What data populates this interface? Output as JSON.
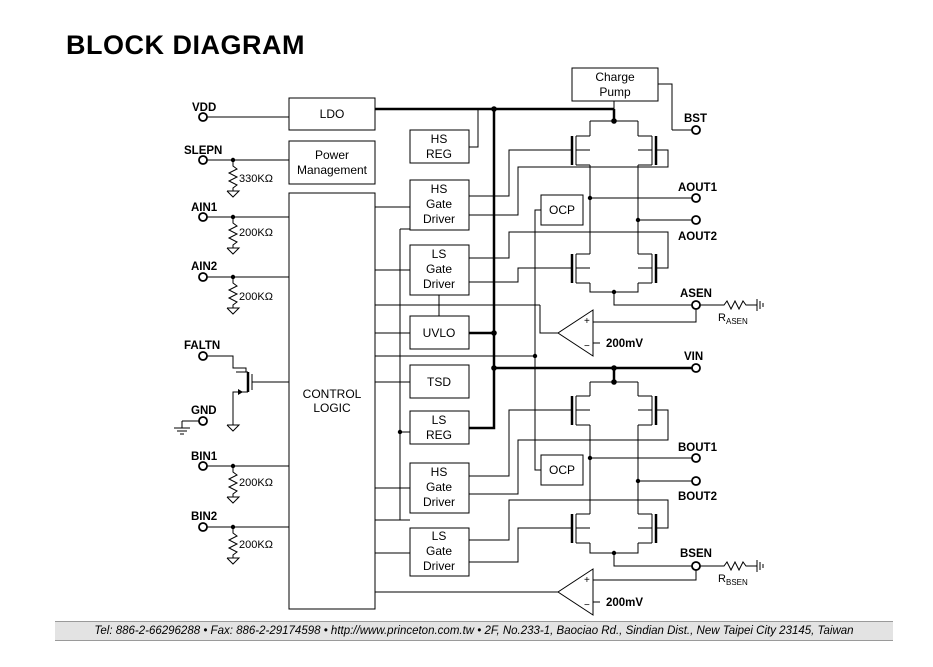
{
  "title": "BLOCK DIAGRAM",
  "blocks": {
    "ldo": "LDO",
    "power_mgmt": [
      "Power",
      "Management"
    ],
    "control_logic": [
      "CONTROL",
      "LOGIC"
    ],
    "hs_reg": [
      "HS",
      "REG"
    ],
    "hs_gate_driver_a": [
      "HS",
      "Gate",
      "Driver"
    ],
    "ls_gate_driver_a": [
      "LS",
      "Gate",
      "Driver"
    ],
    "uvlo": "UVLO",
    "tsd": "TSD",
    "ls_reg": [
      "LS",
      "REG"
    ],
    "hs_gate_driver_b": [
      "HS",
      "Gate",
      "Driver"
    ],
    "ls_gate_driver_b": [
      "LS",
      "Gate",
      "Driver"
    ],
    "charge_pump": [
      "Charge",
      "Pump"
    ],
    "ocp_a": "OCP",
    "ocp_b": "OCP"
  },
  "pins": {
    "vdd": "VDD",
    "slepn": "SLEPN",
    "ain1": "AIN1",
    "ain2": "AIN2",
    "faltn": "FALTN",
    "gnd": "GND",
    "bin1": "BIN1",
    "bin2": "BIN2",
    "bst": "BST",
    "aout1": "AOUT1",
    "aout2": "AOUT2",
    "asen": "ASEN",
    "vin": "VIN",
    "bout1": "BOUT1",
    "bout2": "BOUT2",
    "bsen": "BSEN"
  },
  "resistors": {
    "slepn": "330KΩ",
    "ain1": "200KΩ",
    "ain2": "200KΩ",
    "bin1": "200KΩ",
    "bin2": "200KΩ",
    "rasen_main": "R",
    "rasen_sub": "ASEN",
    "rbsen_main": "R",
    "rbsen_sub": "BSEN"
  },
  "comparators": {
    "a_ref": "200mV",
    "b_ref": "200mV",
    "plus": "+",
    "minus": "−"
  },
  "footer": "Tel: 886-2-66296288 • Fax: 886-2-29174598 • http://www.princeton.com.tw • 2F, No.233-1, Baociao Rd., Sindian Dist., New Taipei City 23145, Taiwan"
}
